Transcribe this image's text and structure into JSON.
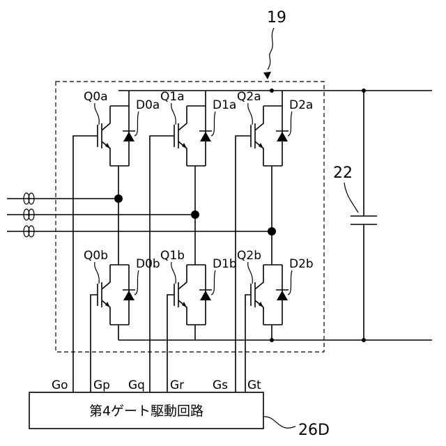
{
  "refs": {
    "module": "19",
    "capacitor": "22",
    "gate_circuit": "26D"
  },
  "upper_switches": [
    {
      "transistor": "Q0a",
      "diode": "D0a"
    },
    {
      "transistor": "Q1a",
      "diode": "D1a"
    },
    {
      "transistor": "Q2a",
      "diode": "D2a"
    }
  ],
  "lower_switches": [
    {
      "transistor": "Q0b",
      "diode": "D0b"
    },
    {
      "transistor": "Q1b",
      "diode": "D1b"
    },
    {
      "transistor": "Q2b",
      "diode": "D2b"
    }
  ],
  "gate_signals": [
    "Go",
    "Gp",
    "Gq",
    "Gr",
    "Gs",
    "Gt"
  ],
  "gate_circuit_label": "第4ゲート駆動回路"
}
